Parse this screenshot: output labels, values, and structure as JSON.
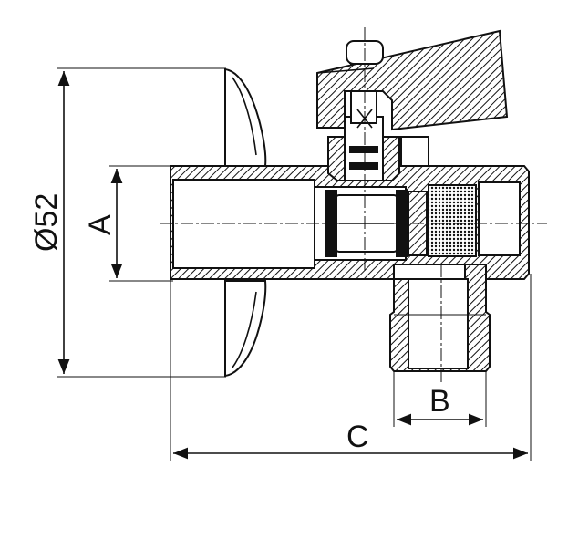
{
  "labels": {
    "diameter": "Ø52",
    "dim_a": "A",
    "dim_b": "B",
    "dim_c": "C"
  },
  "colors": {
    "ink": "#111111",
    "paper": "#ffffff"
  }
}
